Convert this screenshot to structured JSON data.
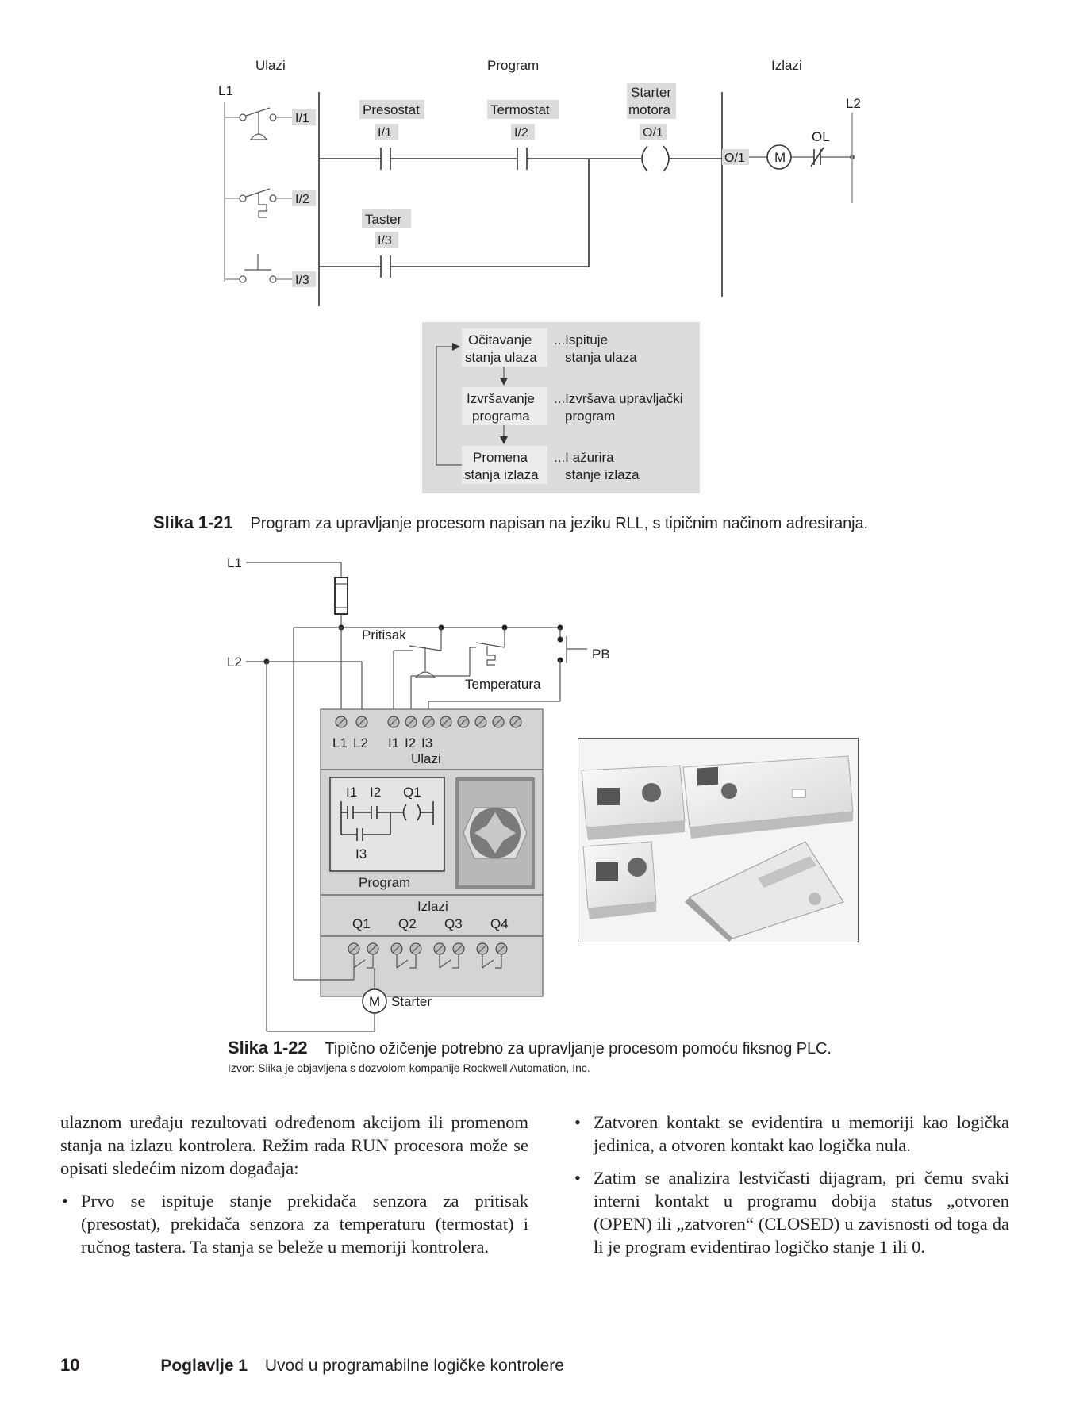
{
  "fig21": {
    "headers": {
      "inputs": "Ulazi",
      "program": "Program",
      "outputs": "Izlazi"
    },
    "rails": {
      "l1": "L1",
      "l2": "L2"
    },
    "field_inputs": [
      "I/1",
      "I/2",
      "I/3"
    ],
    "contacts": [
      {
        "name": "Presostat",
        "address": "I/1"
      },
      {
        "name": "Termostat",
        "address": "I/2"
      },
      {
        "name": "Taster",
        "address": "I/3"
      }
    ],
    "coil": {
      "name_line1": "Starter",
      "name_line2": "motora",
      "address": "O/1"
    },
    "output": {
      "terminal": "O/1",
      "motor": "M",
      "overload": "OL"
    },
    "scan_cycle": [
      {
        "step_line1": "Očitavanje",
        "step_line2": "stanja ulaza",
        "desc_line1": "...Ispituje",
        "desc_line2": "stanja ulaza"
      },
      {
        "step_line1": "Izvršavanje",
        "step_line2": "programa",
        "desc_line1": "...Izvršava upravljački",
        "desc_line2": "program"
      },
      {
        "step_line1": "Promena",
        "step_line2": "stanja izlaza",
        "desc_line1": "...I ažurira",
        "desc_line2": "stanje izlaza"
      }
    ],
    "caption_label": "Slika 1-21",
    "caption_text": "Program za upravljanje procesom napisan na jeziku RLL, s tipičnim načinom adresiranja."
  },
  "fig22": {
    "rails": {
      "l1": "L1",
      "l2": "L2"
    },
    "sensors": {
      "pressure": "Pritisak",
      "temperature": "Temperatura",
      "pushbutton": "PB"
    },
    "terminals_top": [
      "L1",
      "L2",
      "I1",
      "I2",
      "I3"
    ],
    "inputs_label": "Ulazi",
    "ladder": {
      "i1": "I1",
      "i2": "I2",
      "q1": "Q1",
      "i3": "I3"
    },
    "program_label": "Program",
    "outputs_label": "Izlazi",
    "outputs": [
      "Q1",
      "Q2",
      "Q3",
      "Q4"
    ],
    "motor": {
      "symbol": "M",
      "label": "Starter"
    },
    "caption_label": "Slika 1-22",
    "caption_text": "Tipično ožičenje potrebno za upravljanje procesom pomoću fiksnog PLC.",
    "source": "Izvor: Slika je objavljena s dozvolom kompanije Rockwell Automation, Inc."
  },
  "body": {
    "left_paragraph": "ulaznom uređaju rezultovati određenom akcijom ili promenom stanja na izlazu kontrolera. Režim rada RUN procesora može se opisati sledećim nizom događaja:",
    "left_bullets": [
      "Prvo se ispituje stanje prekidača senzora za pritisak (presostat), prekidača senzora za temperaturu (termostat) i ručnog tastera. Ta stanja se beleže u memoriji kontrolera."
    ],
    "right_bullets": [
      "Zatvoren kontakt se evidentira u memoriji kao logička jedinica, a otvoren kontakt kao logička nula.",
      "Zatim se analizira lestvičasti dijagram, pri čemu svaki interni kontakt u programu dobija status „otvoren (OPEN) ili „zatvoren“ (CLOSED) u zavisnosti od toga da li je program evidentirao logičko stanje 1 ili 0."
    ]
  },
  "footer": {
    "page_number": "10",
    "chapter": "Poglavlje 1",
    "title": "Uvod u programabilne logičke kontrolere"
  }
}
